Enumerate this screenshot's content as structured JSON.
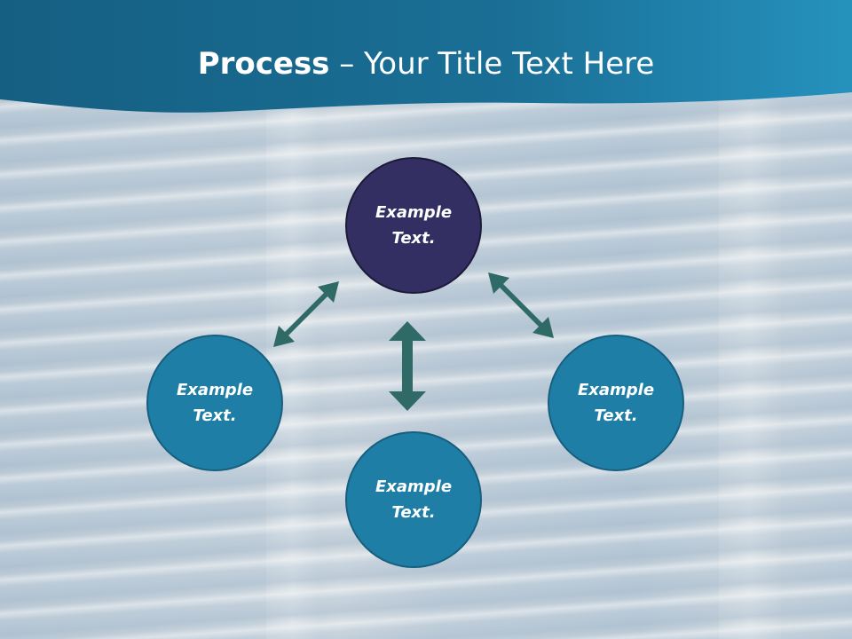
{
  "slide": {
    "title_bold": "Process",
    "title_rest": " – Your Title Text Here"
  },
  "diagram": {
    "center": {
      "line1": "Example",
      "line2": "Text."
    },
    "left": {
      "line1": "Example",
      "line2": "Text."
    },
    "right": {
      "line1": "Example",
      "line2": "Text."
    },
    "bottom": {
      "line1": "Example",
      "line2": "Text."
    }
  },
  "colors": {
    "header": "#1b6e95",
    "center_node": "#332f62",
    "outer_node": "#1e7ea6",
    "arrow": "#2f6a66"
  }
}
